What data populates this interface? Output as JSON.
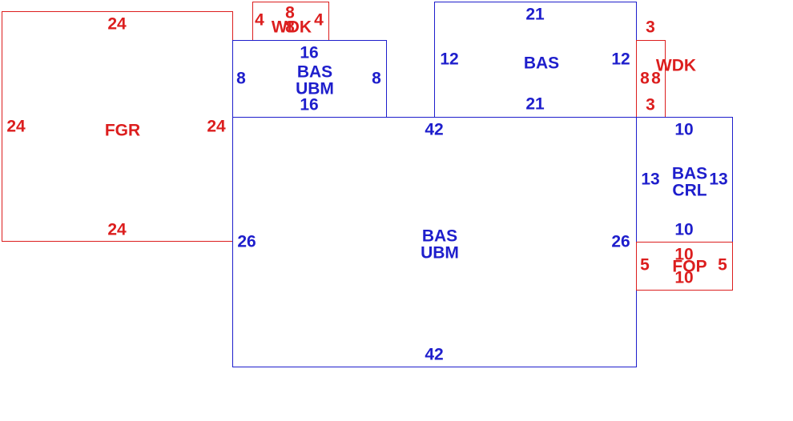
{
  "colors": {
    "red": "#dc1e1e",
    "blue": "#1e1ecc",
    "background": "#ffffff"
  },
  "fgr": {
    "name": "FGR",
    "top": "24",
    "bottom": "24",
    "left": "24",
    "right": "24"
  },
  "wdk_top": {
    "name": "WDK",
    "top": "8",
    "bottom": "8",
    "left": "4",
    "right": "4"
  },
  "bas_ubm_small": {
    "name_1": "BAS",
    "name_2": "UBM",
    "top": "16",
    "bottom": "16",
    "left": "8",
    "right": "8"
  },
  "bas_top": {
    "name": "BAS",
    "top": "21",
    "bottom": "21",
    "left": "12",
    "right": "12"
  },
  "wdk_right": {
    "name": "WDK",
    "top": "3",
    "bottom": "3",
    "left": "8",
    "right": "8"
  },
  "bas_ubm_main": {
    "name_1": "BAS",
    "name_2": "UBM",
    "top": "42",
    "bottom": "42",
    "left": "26",
    "right": "26"
  },
  "bas_crl": {
    "name_1": "BAS",
    "name_2": "CRL",
    "top": "10",
    "bottom": "10",
    "left": "13",
    "right": "13"
  },
  "fop": {
    "name": "FOP",
    "top": "10",
    "bottom": "10",
    "left": "5",
    "right": "5"
  }
}
